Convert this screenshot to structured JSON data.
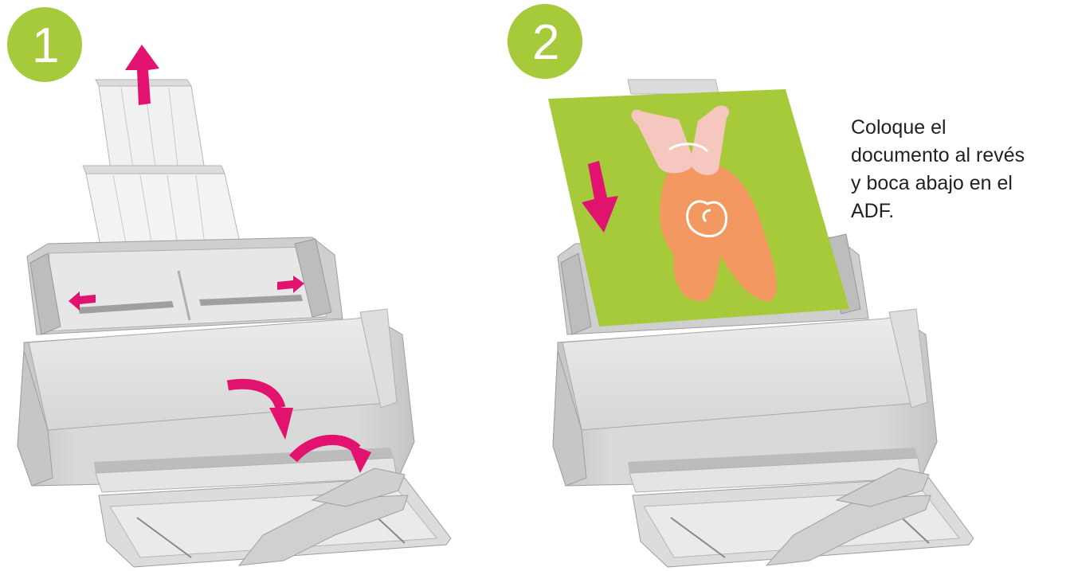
{
  "steps": [
    {
      "number": "1"
    },
    {
      "number": "2"
    }
  ],
  "caption": {
    "lines": [
      "Coloque el",
      "documento al revés",
      "y boca abajo en el",
      "ADF."
    ]
  },
  "colors": {
    "badge": "#a6ca3a",
    "arrow": "#e2136e",
    "paper": "#a6ca3a",
    "figure_body": "#f49861",
    "figure_legs": "#f6c7be",
    "scanner_body": "#d4d4d4",
    "scanner_dark": "#b9b9b9",
    "scanner_light": "#ebebeb"
  },
  "icons": [
    "scanner-illustration",
    "paper-chute-extension",
    "exit-arrow",
    "load-arrow",
    "document-sheet"
  ]
}
